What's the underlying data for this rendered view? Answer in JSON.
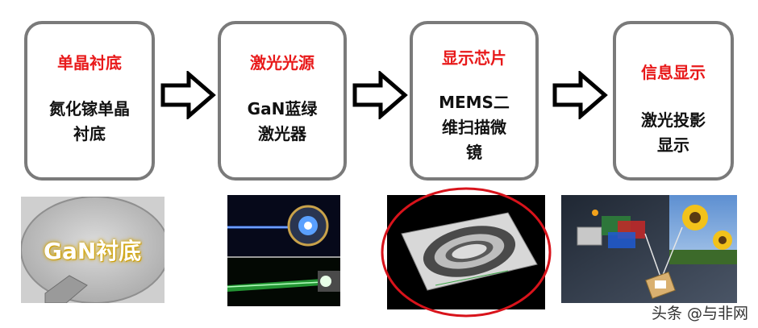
{
  "steps": [
    {
      "title": "单晶衬底",
      "body": "氮化镓单晶衬底"
    },
    {
      "title": "激光光源",
      "body_line1": "GaN蓝绿",
      "body_line2": "激光器"
    },
    {
      "title": "显示芯片",
      "body_line1": "MEMS二",
      "body_line2": "维扫描微",
      "body_line3": "镜"
    },
    {
      "title": "信息显示",
      "body_line1": "激光投影",
      "body_line2": "显示"
    }
  ],
  "photos": {
    "substrate_label": "GaN衬底"
  },
  "watermark": "头条 @与非网",
  "colors": {
    "title_red": "#e8191a",
    "box_border": "#7a7a7a",
    "highlight_circle": "#d8131b"
  }
}
